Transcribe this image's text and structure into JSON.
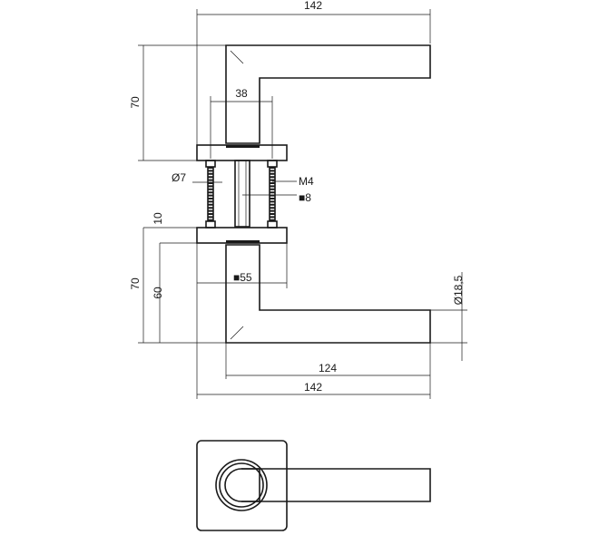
{
  "dimensions": {
    "overall_top": "142",
    "height_upper": "70",
    "rose_spacing": "38",
    "screw_dia": "Ø7",
    "screw_thread": "M4",
    "spindle_square": "■8",
    "door_offset": "10",
    "height_lower": "70",
    "height_sixty": "60",
    "rose_square": "■55",
    "grip_dia": "Ø18,5",
    "lever_length": "124",
    "overall_bottom": "142"
  },
  "colors": {
    "line": "#1a1a1a",
    "background": "#ffffff"
  }
}
